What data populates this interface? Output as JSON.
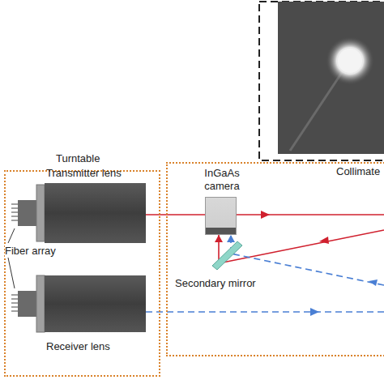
{
  "diagram": {
    "nodes": [
      {
        "text": [
          "Turntable"
        ]
      },
      {
        "text": [
          "Transmitter lens"
        ],
        "in": 0
      },
      {
        "text": [
          "Receiver lens"
        ],
        "in": 0
      },
      {
        "text": [
          "Collimate"
        ]
      },
      {
        "text": [
          "Secondary mirror"
        ],
        "in": 3
      },
      {
        "text": [
          "InGaAs camera"
        ]
      }
    ],
    "edges": [
      {
        "from": 4,
        "to": 5,
        "arrow": "to"
      },
      {
        "from": 4,
        "to": 5,
        "arrow": "to"
      }
    ],
    "labels": [
      "Fiber array"
    ]
  }
}
